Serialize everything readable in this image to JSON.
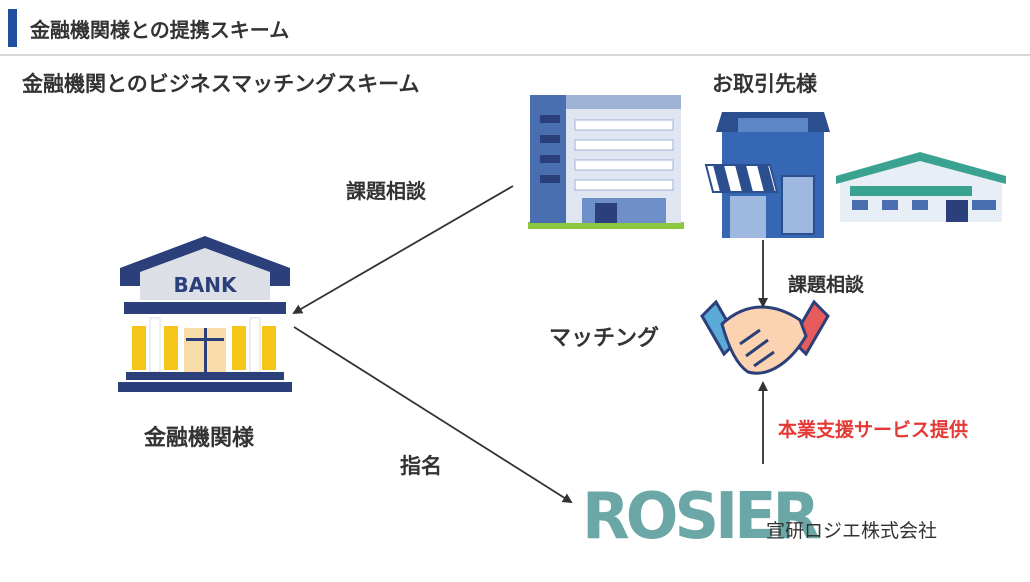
{
  "header": {
    "title": "金融機関様との提携スキーム"
  },
  "subtitle": "金融機関とのビジネスマッチングスキーム",
  "labels": {
    "clients": "お取引先様",
    "consult_left": "課題相談",
    "consult_right": "課題相談",
    "matching": "マッチング",
    "bank_name": "金融機関様",
    "nomination": "指名",
    "support": "本業支援サービス提供",
    "bank_sign": "BANK"
  },
  "logo": {
    "text": "ROSIER",
    "company": "宣研ロジエ株式会社"
  },
  "colors": {
    "accent": "#1f4fa0",
    "support_text": "#e53935",
    "logo": "#6aa7a6",
    "bank_navy": "#2b3f7a",
    "bank_yellow": "#f5c518"
  },
  "icons": [
    "office-building-icon",
    "shop-icon",
    "warehouse-icon",
    "bank-icon",
    "handshake-icon"
  ]
}
